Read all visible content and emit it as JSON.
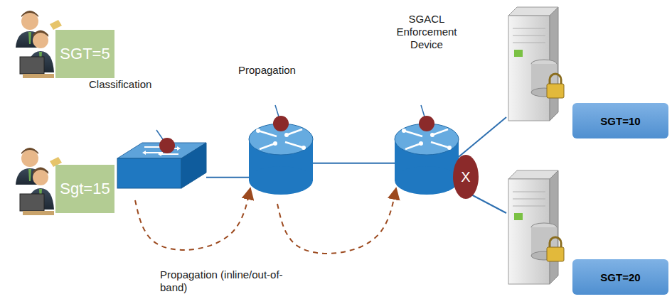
{
  "diagram": {
    "nodes": [
      {
        "text": [
          "SGT=5"
        ]
      },
      {
        "text": [
          "Sgt=15"
        ]
      },
      {
        "text": [
          "Classification"
        ]
      },
      {
        "text": [
          "Propagation"
        ]
      },
      {
        "text": [
          "SGACL Enforcement Device"
        ]
      },
      {
        "text": [
          "X"
        ]
      },
      {
        "text": [
          "SGT=10"
        ]
      },
      {
        "text": [
          "SGT=20"
        ]
      }
    ],
    "edges": [
      {
        "from": 2,
        "to": 3,
        "arrow": "none"
      },
      {
        "from": 3,
        "to": 4,
        "arrow": "none"
      },
      {
        "from": 2,
        "to": 3,
        "arrow": "to"
      },
      {
        "from": 3,
        "to": 4,
        "arrow": "to"
      }
    ],
    "labels": [
      "Propagation (inline/out-of-band)"
    ]
  }
}
